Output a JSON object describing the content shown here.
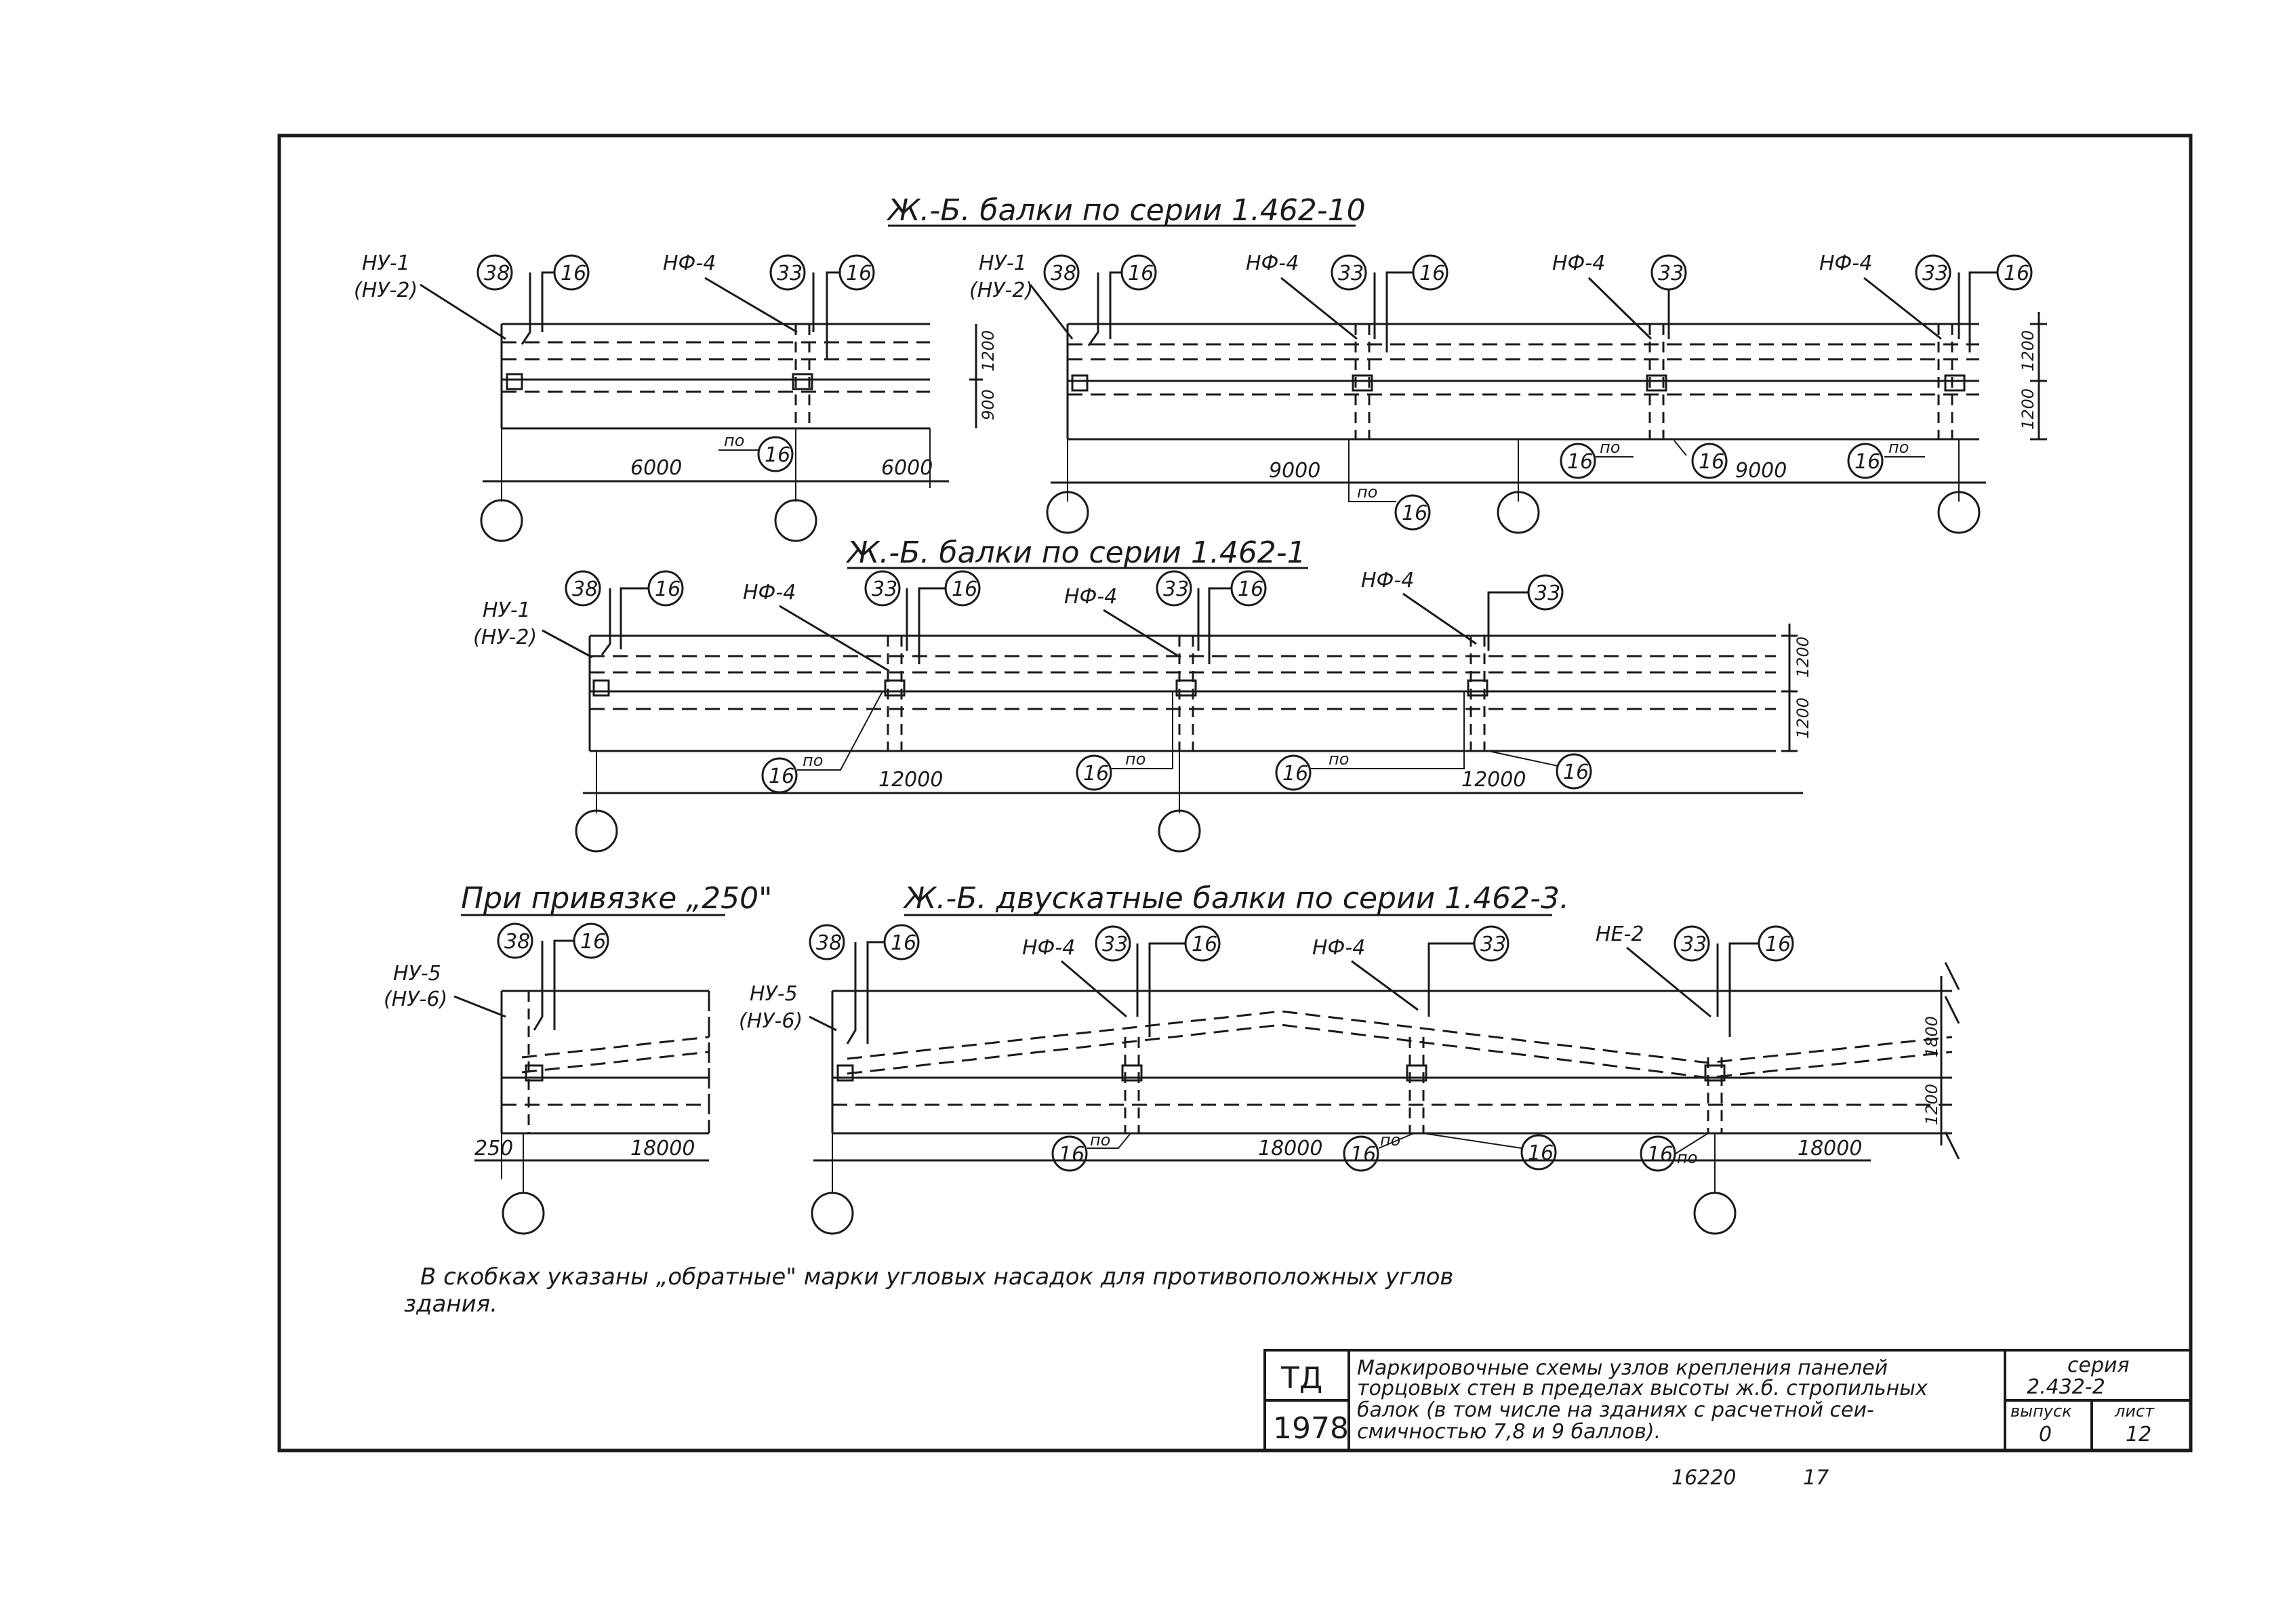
{
  "titles": {
    "s1": "Ж.-Б. балки по серии 1.462-10",
    "s2": "Ж.-Б. балки по серии 1.462-1",
    "s3a": "При привязке „250\"",
    "s3b": "Ж.-Б. двускатные балки по серии 1.462-3."
  },
  "labels": {
    "nu1": "НУ-1",
    "nu2": "(НУ-2)",
    "nu5": "НУ-5",
    "nu6": "(НУ-6)",
    "nf4": "НФ-4",
    "ne2": "НЕ-2",
    "po": "по",
    "c38": "38",
    "c33": "33",
    "c16": "16"
  },
  "dims": {
    "d6000": "6000",
    "d9000": "9000",
    "d12000": "12000",
    "d18000": "18000",
    "d250": "250",
    "d1200": "1200",
    "d900": "900",
    "d1800": "1800"
  },
  "note": {
    "line1": "В скобках указаны „обратные\" марки угловых насадок для противоположных углов",
    "line2": "здания."
  },
  "stamp": {
    "org": "ТД",
    "year": "1978",
    "desc1": "Маркировочные схемы узлов крепления панелей",
    "desc2": "торцовых стен в пределах высоты ж.б. стропильных",
    "desc3": "балок (в том числе на зданиях с расчетной сеи-",
    "desc4": "смичностью 7,8 и 9 баллов).",
    "series_label": "серия",
    "series": "2.432-2",
    "issue_label": "выпуск",
    "issue": "0",
    "sheet_label": "лист",
    "sheet": "12"
  },
  "footer": {
    "num1": "16220",
    "num2": "17"
  }
}
